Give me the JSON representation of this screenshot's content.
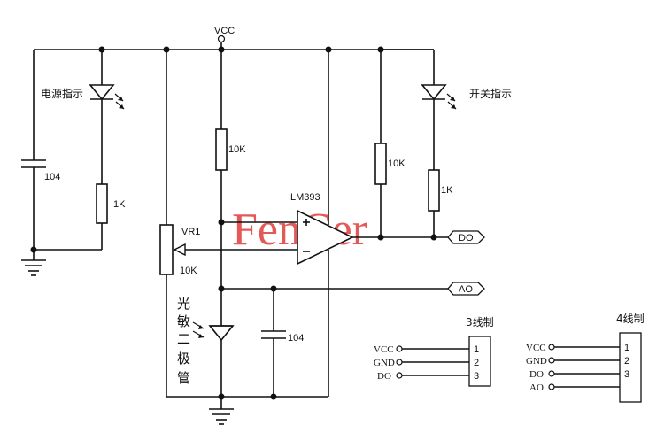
{
  "vcc_label": "VCC",
  "components": {
    "cap_left": "104",
    "led_power_label": "电源指示",
    "res_led_power": "1K",
    "vr_name": "VR1",
    "vr_value": "10K",
    "res_top_center": "10K",
    "comparator": "LM393",
    "res_output_pullup": "10K",
    "res_led_switch": "1K",
    "led_switch_label": "开关指示",
    "photodiode_label": [
      "光",
      "敏",
      "二",
      "极",
      "管"
    ],
    "cap_center": "104"
  },
  "nets": {
    "do": "DO",
    "ao": "AO"
  },
  "watermark": "FenCer",
  "connector3": {
    "title": "3线制",
    "signals": [
      "VCC",
      "GND",
      "DO"
    ],
    "pins": [
      "1",
      "2",
      "3"
    ]
  },
  "connector4": {
    "title": "4线制",
    "signals": [
      "VCC",
      "GND",
      "DO",
      "AO"
    ],
    "pins": [
      "1",
      "2",
      "3"
    ]
  }
}
